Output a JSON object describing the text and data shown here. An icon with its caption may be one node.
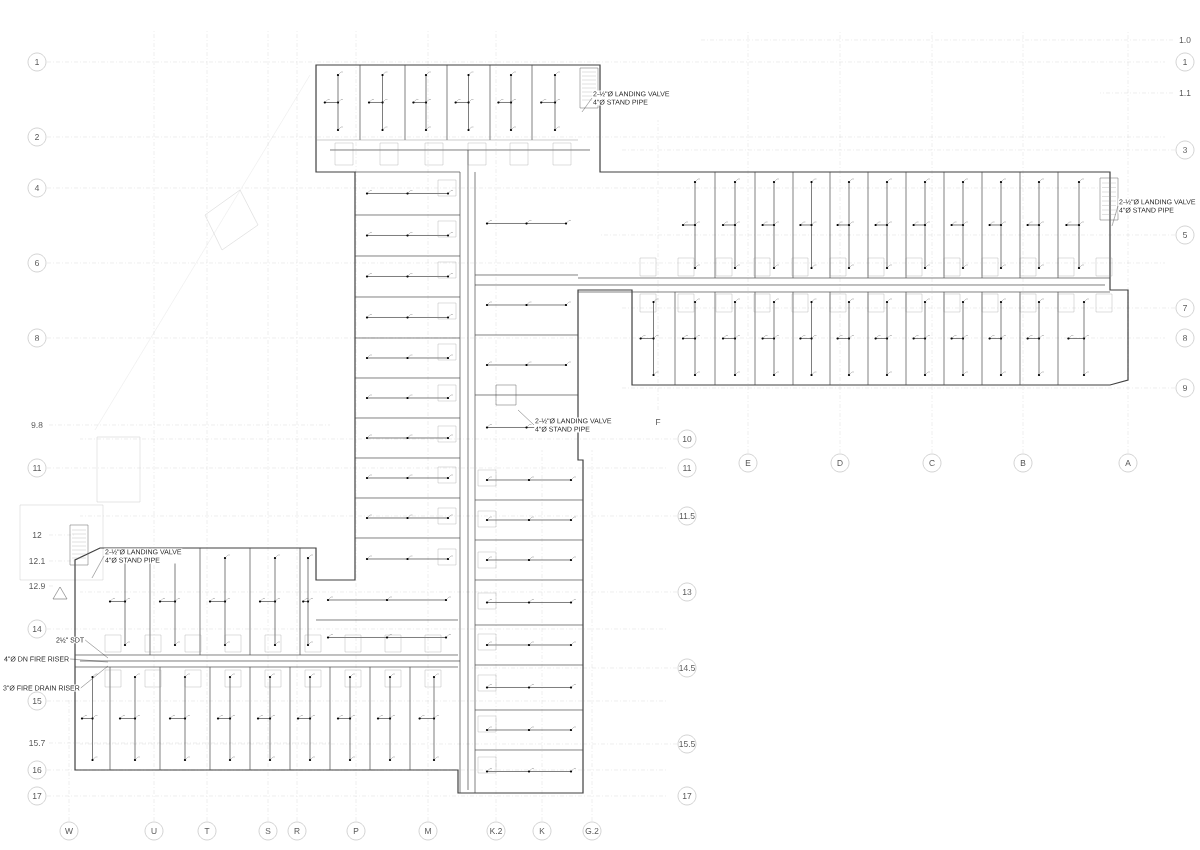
{
  "diagram": {
    "nodes": [
      {
        "text": [
          "1"
        ]
      },
      {
        "text": [
          "1"
        ]
      },
      {
        "text": [
          "2-½\"Ø LANDING VALVE",
          "4\"Ø STAND PIPE"
        ]
      },
      {
        "text": [
          "2"
        ]
      },
      {
        "text": [
          "3"
        ]
      },
      {
        "text": [
          "4"
        ]
      },
      {
        "text": [
          "2-½\"Ø LANDING VALVE",
          "4\"Ø STAND PIPE"
        ]
      },
      {
        "text": [
          "5"
        ]
      },
      {
        "text": [
          "6"
        ]
      },
      {
        "text": [
          "7"
        ]
      },
      {
        "text": [
          "8"
        ]
      },
      {
        "text": [
          "8"
        ]
      },
      {
        "text": [
          "9"
        ]
      },
      {
        "text": [
          "2-½\"Ø LANDING VALVE",
          "4\"Ø STAND PIPE"
        ]
      },
      {
        "text": [
          "10"
        ]
      },
      {
        "text": [
          "E"
        ]
      },
      {
        "text": [
          "D"
        ]
      },
      {
        "text": [
          "C"
        ]
      },
      {
        "text": [
          "B"
        ]
      },
      {
        "text": [
          "A"
        ]
      },
      {
        "text": [
          "11"
        ]
      },
      {
        "text": [
          "11"
        ]
      },
      {
        "text": [
          "11.5"
        ]
      },
      {
        "text": [
          "2-½\"Ø LANDING VALVE",
          "4\"Ø STAND PIPE"
        ]
      },
      {
        "text": [
          "13"
        ]
      },
      {
        "text": [
          "14"
        ]
      },
      {
        "text": [
          "2½\" SDT"
        ]
      },
      {
        "text": [
          "4\"Ø DN FIRE RISER"
        ]
      },
      {
        "text": [
          "14.5"
        ]
      },
      {
        "text": [
          "3\"Ø FIRE DRAIN RISER"
        ]
      },
      {
        "text": [
          "15"
        ]
      },
      {
        "text": [
          "15.5"
        ]
      },
      {
        "text": [
          "16"
        ]
      },
      {
        "text": [
          "17"
        ]
      },
      {
        "text": [
          "17"
        ]
      },
      {
        "text": [
          "W"
        ]
      },
      {
        "text": [
          "U"
        ]
      },
      {
        "text": [
          "T"
        ]
      },
      {
        "text": [
          "S"
        ]
      },
      {
        "text": [
          "R"
        ]
      },
      {
        "text": [
          "P"
        ]
      },
      {
        "text": [
          "M"
        ]
      },
      {
        "text": [
          "K.2"
        ]
      },
      {
        "text": [
          "K"
        ]
      },
      {
        "text": [
          "G.2"
        ]
      }
    ],
    "edges": [
      {
        "from": 2,
        "to": null,
        "arrow": "none"
      },
      {
        "from": 6,
        "to": null,
        "arrow": "none"
      },
      {
        "from": 13,
        "to": null,
        "arrow": "none"
      },
      {
        "from": 23,
        "to": null,
        "arrow": "none"
      },
      {
        "from": 26,
        "to": null,
        "arrow": "none"
      },
      {
        "from": 27,
        "to": null,
        "arrow": "none"
      },
      {
        "from": 29,
        "to": null,
        "arrow": "none"
      }
    ],
    "labels": [
      "1.0",
      "1.1",
      "F",
      "9.8",
      "12",
      "12.1",
      "12.9",
      "15.7"
    ]
  }
}
